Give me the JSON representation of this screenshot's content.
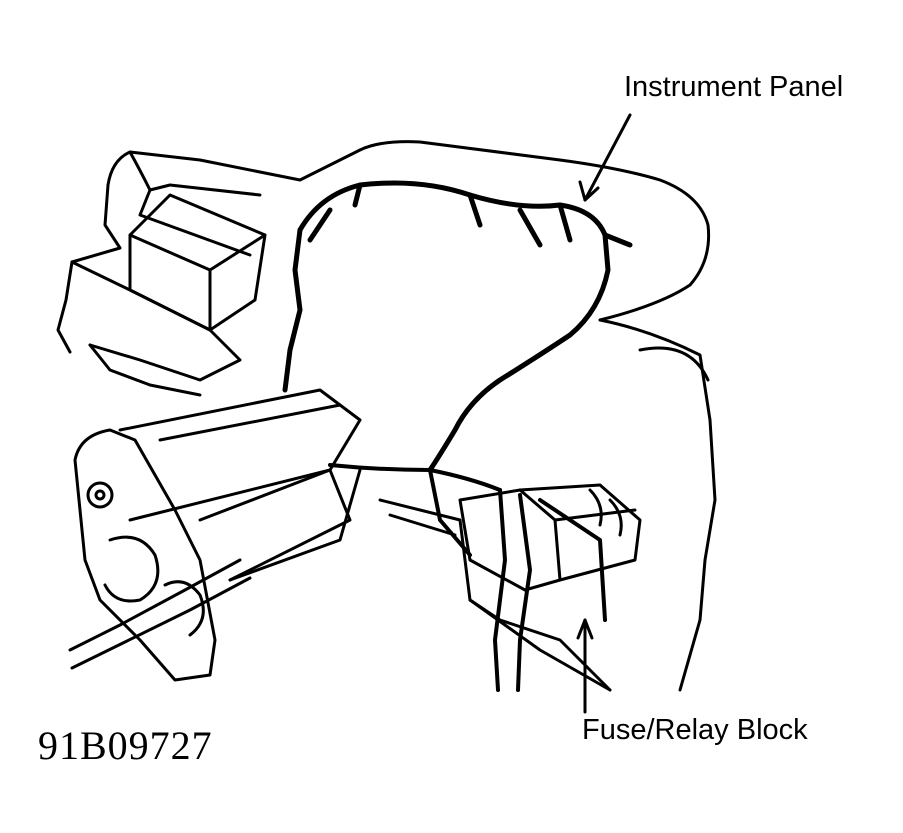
{
  "callouts": {
    "instrument_panel": "Instrument Panel",
    "fuse_relay_block": "Fuse/Relay Block"
  },
  "figure_id": "91B09727",
  "colors": {
    "ink": "#000000",
    "paper": "#ffffff"
  }
}
